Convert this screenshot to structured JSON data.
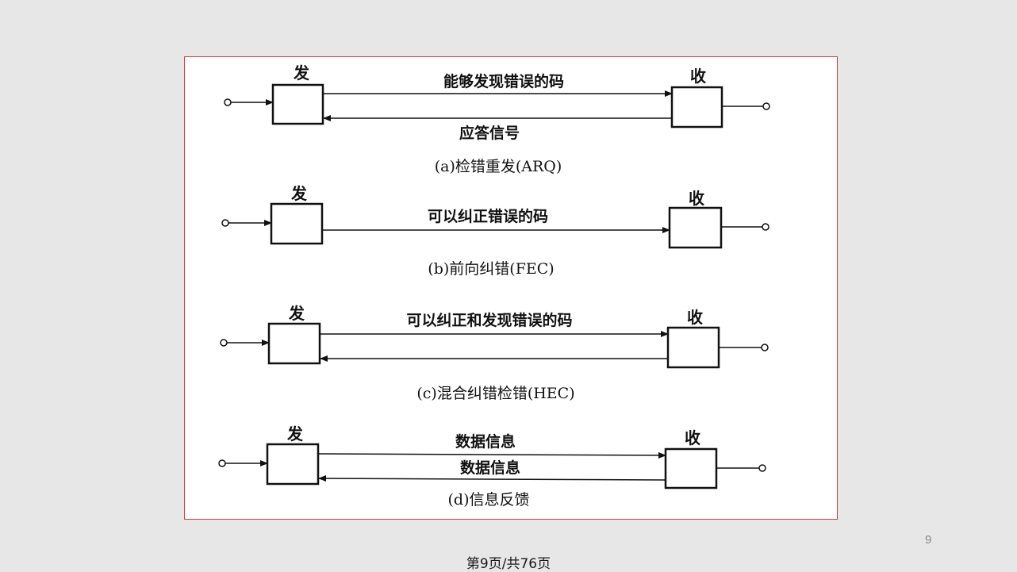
{
  "colors": {
    "frame_border": "#e0383a",
    "ink": "#111111",
    "background": "#e7e7e7"
  },
  "panels": [
    {
      "send": "发",
      "recv": "收",
      "forward": "能够发现错误的码",
      "backward": "应答信号",
      "caption": "(a)检错重发(ARQ)"
    },
    {
      "send": "发",
      "recv": "收",
      "forward": "可以纠正错误的码",
      "backward": "",
      "caption": "(b)前向纠错(FEC)"
    },
    {
      "send": "发",
      "recv": "收",
      "forward": "可以纠正和发现错误的码",
      "backward": "",
      "caption": "(c)混合纠错检错(HEC)"
    },
    {
      "send": "发",
      "recv": "收",
      "forward": "数据信息",
      "backward": "数据信息",
      "caption": "(d)信息反馈"
    }
  ],
  "slide_number": "9",
  "page_indicator": "第9页/共76页"
}
